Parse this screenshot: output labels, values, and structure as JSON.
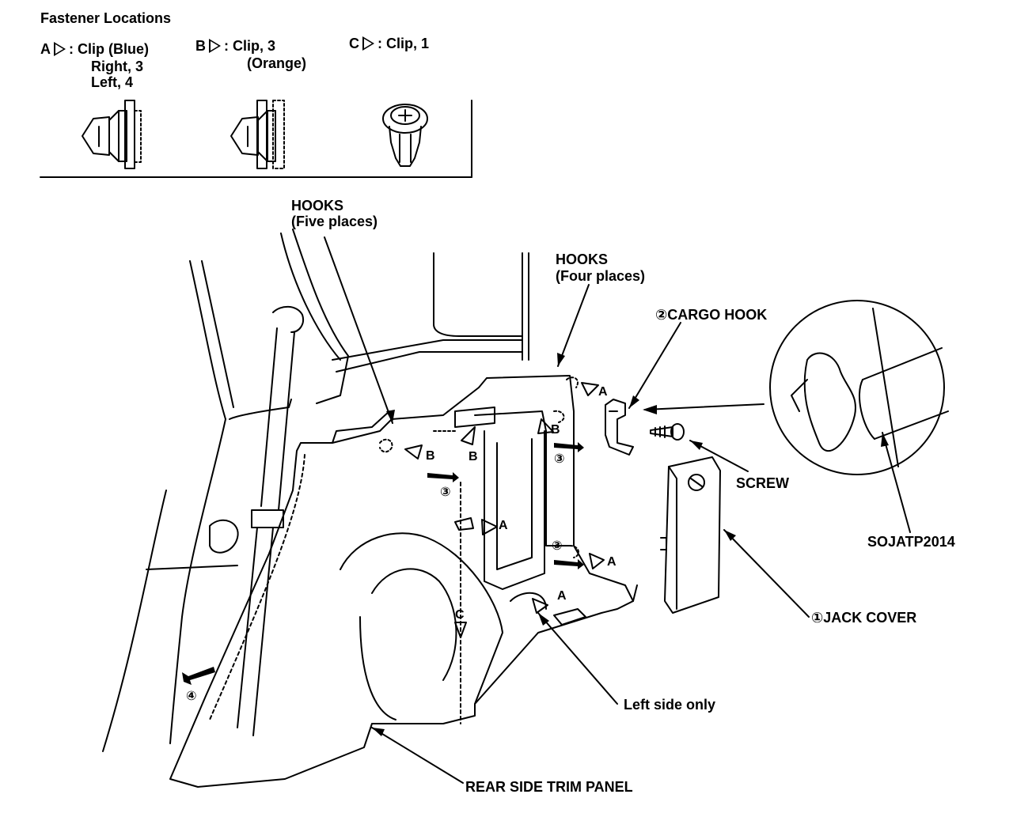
{
  "legend": {
    "title": "Fastener Locations",
    "a": {
      "letter": "A",
      "desc": ": Clip (Blue)",
      "line2": "Right, 3",
      "line3": "Left, 4"
    },
    "b": {
      "letter": "B",
      "desc": ": Clip, 3",
      "line2": "(Orange)"
    },
    "c": {
      "letter": "C",
      "desc": ": Clip, 1"
    }
  },
  "labels": {
    "hooks_five": "HOOKS",
    "hooks_five_sub": "(Five places)",
    "hooks_four": "HOOKS",
    "hooks_four_sub": "(Four places)",
    "cargo_hook": "②CARGO HOOK",
    "screw": "SCREW",
    "sojatp": "SOJATP2014",
    "jack_cover": "①JACK COVER",
    "left_side_only": "Left side only",
    "rear_side_trim_panel": "REAR SIDE TRIM PANEL"
  },
  "markers": {
    "a": "A",
    "b": "B",
    "c": "C",
    "step3": "③",
    "step4": "④"
  }
}
